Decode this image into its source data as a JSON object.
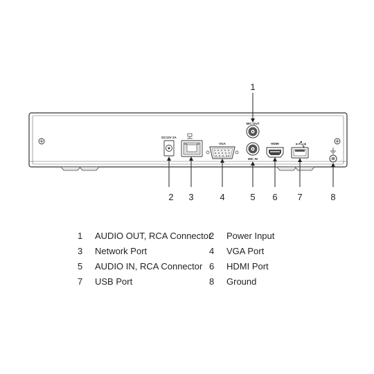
{
  "diagram": {
    "port_labels": {
      "power": "DC12V 2A",
      "mic_out": "MIC OUT",
      "vga": "VGA",
      "mic_in": "MIC IN",
      "hdmi": "HDMI",
      "usb": "USB"
    },
    "callouts": [
      "1",
      "2",
      "3",
      "4",
      "5",
      "6",
      "7",
      "8"
    ]
  },
  "legend": [
    {
      "num": "1",
      "text": "AUDIO OUT, RCA Connector"
    },
    {
      "num": "2",
      "text": "Power Input"
    },
    {
      "num": "3",
      "text": "Network Port"
    },
    {
      "num": "4",
      "text": "VGA Port"
    },
    {
      "num": "5",
      "text": "AUDIO IN, RCA Connector"
    },
    {
      "num": "6",
      "text": "HDMI Port"
    },
    {
      "num": "7",
      "text": "USB Port"
    },
    {
      "num": "8",
      "text": "Ground"
    }
  ]
}
